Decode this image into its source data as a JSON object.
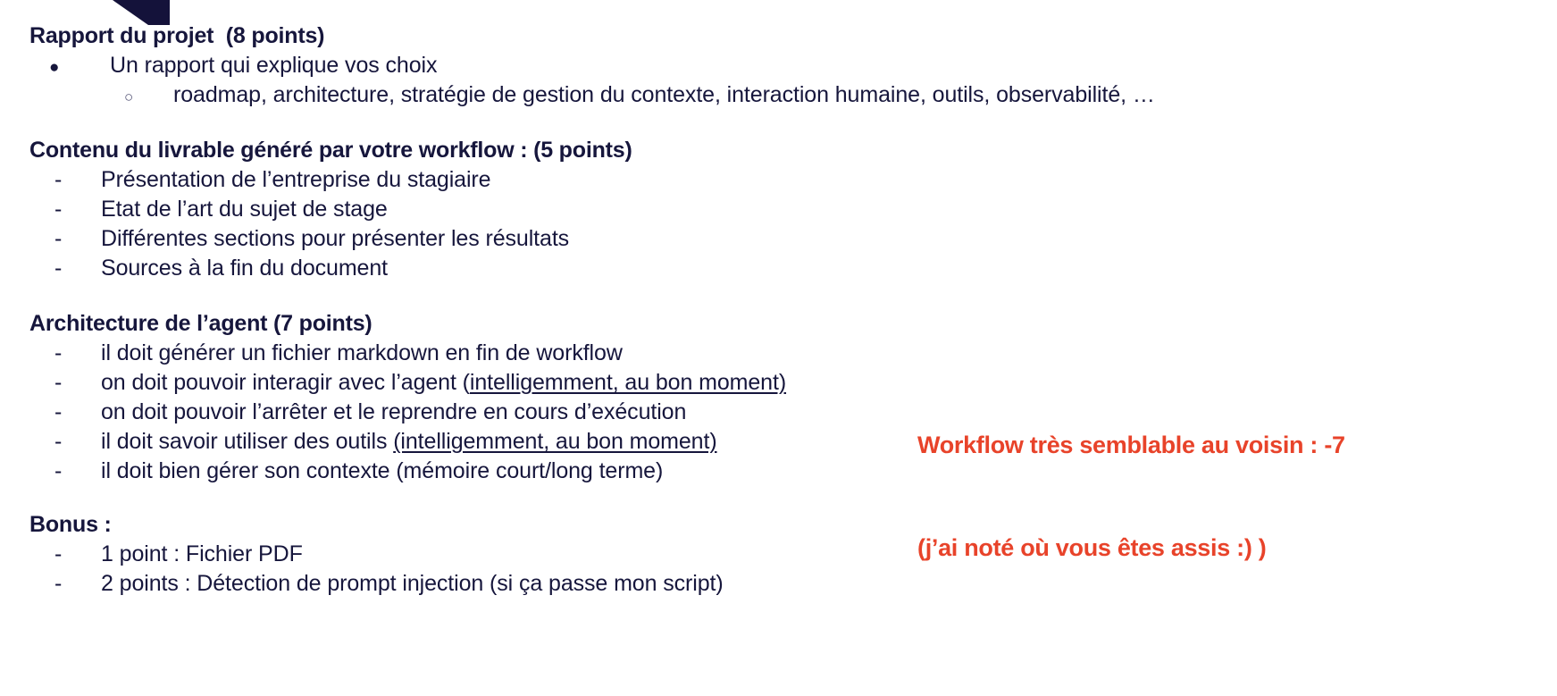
{
  "slide": {
    "title_text": "Rapport du projet  (8 points)",
    "colors": {
      "text_navy": "#16163c",
      "annotation_red": "#e8432a",
      "decoration_navy": "#14123a",
      "background": "#ffffff"
    },
    "sections": [
      {
        "heading": "Rapport du projet  (8 points)",
        "items": [
          {
            "marker": "●",
            "level": 1,
            "text": "Un rapport qui explique vos choix"
          },
          {
            "marker": "○",
            "level": 2,
            "text": "roadmap, architecture, stratégie de gestion du contexte, interaction humaine, outils, observabilité, …"
          }
        ]
      },
      {
        "heading": "Contenu du livrable généré par votre workflow : (5 points)",
        "items": [
          {
            "marker": "-",
            "level": 1,
            "text": "Présentation de l’entreprise du stagiaire"
          },
          {
            "marker": "-",
            "level": 1,
            "text": "Etat de l’art du sujet de stage"
          },
          {
            "marker": "-",
            "level": 1,
            "text": "Différentes sections pour présenter les résultats"
          },
          {
            "marker": "-",
            "level": 1,
            "text": "Sources à la fin du document"
          }
        ]
      },
      {
        "heading": "Architecture de l’agent (7 points)",
        "items": [
          {
            "marker": "-",
            "level": 1,
            "text": "il doit générer un fichier markdown en fin de workflow"
          },
          {
            "marker": "-",
            "level": 1,
            "text_before": "on doit pouvoir interagir avec l’agent (",
            "text_underlined": "intelligemment, au bon moment)",
            "text_after": ""
          },
          {
            "marker": "-",
            "level": 1,
            "text": "on doit pouvoir l’arrêter et le reprendre en cours d’exécution"
          },
          {
            "marker": "-",
            "level": 1,
            "text_before": "il doit savoir utiliser des outils ",
            "text_underlined": "(intelligemment, au bon moment)",
            "text_after": ""
          },
          {
            "marker": "-",
            "level": 1,
            "text": "il doit bien gérer son contexte (mémoire court/long terme)"
          }
        ]
      },
      {
        "heading": "Bonus :",
        "items": [
          {
            "marker": "-",
            "level": 1,
            "text": "1 point : Fichier PDF"
          },
          {
            "marker": "-",
            "level": 1,
            "text": "2 points : Détection de prompt injection (si ça passe mon script)"
          }
        ]
      }
    ],
    "annotation": {
      "line1": "Workflow très semblable au voisin : -7",
      "line2": "(j’ai noté où vous êtes assis :) )"
    }
  }
}
